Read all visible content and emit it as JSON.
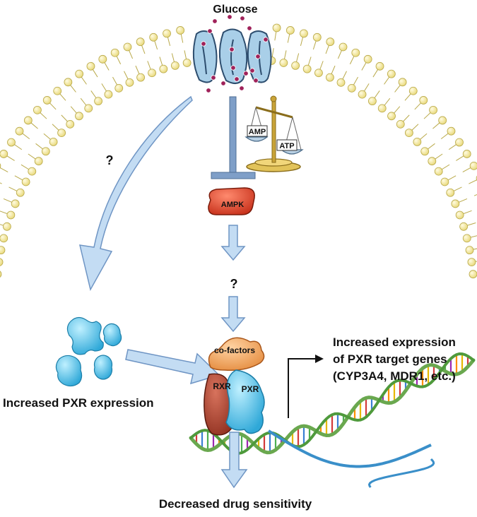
{
  "labels": {
    "glucose": "Glucose",
    "question_left": "?",
    "question_mid": "?",
    "amp": "AMP",
    "atp": "ATP",
    "ampk": "AMPK",
    "cofactors": "co-factors",
    "rxr": "RXR",
    "pxr": "PXR",
    "increased_pxr_expression": "Increased PXR expression",
    "target_genes_line1": "Increased expression",
    "target_genes_line2": "of PXR target genes",
    "target_genes_line3": "(CYP3A4, MDR1, etc.)",
    "decreased_drug_sensitivity": "Decreased drug sensitivity"
  },
  "colors": {
    "membrane_head": "#f3eaa0",
    "membrane_stroke": "#b9a94a",
    "transporter": "#a9cfe8",
    "glucose_dot": "#a0225a",
    "arrow_fill": "#c3dcf3",
    "arrow_stroke": "#6f95c4",
    "inhibitor": "#7f9fc8",
    "ampk": "#e0412a",
    "pxr": "#5ec7ea",
    "rxr": "#b84833",
    "cofactors": "#f2a55b",
    "dna_backbone": "#6aa84f",
    "dna_backbone2": "#3a8fc9"
  }
}
